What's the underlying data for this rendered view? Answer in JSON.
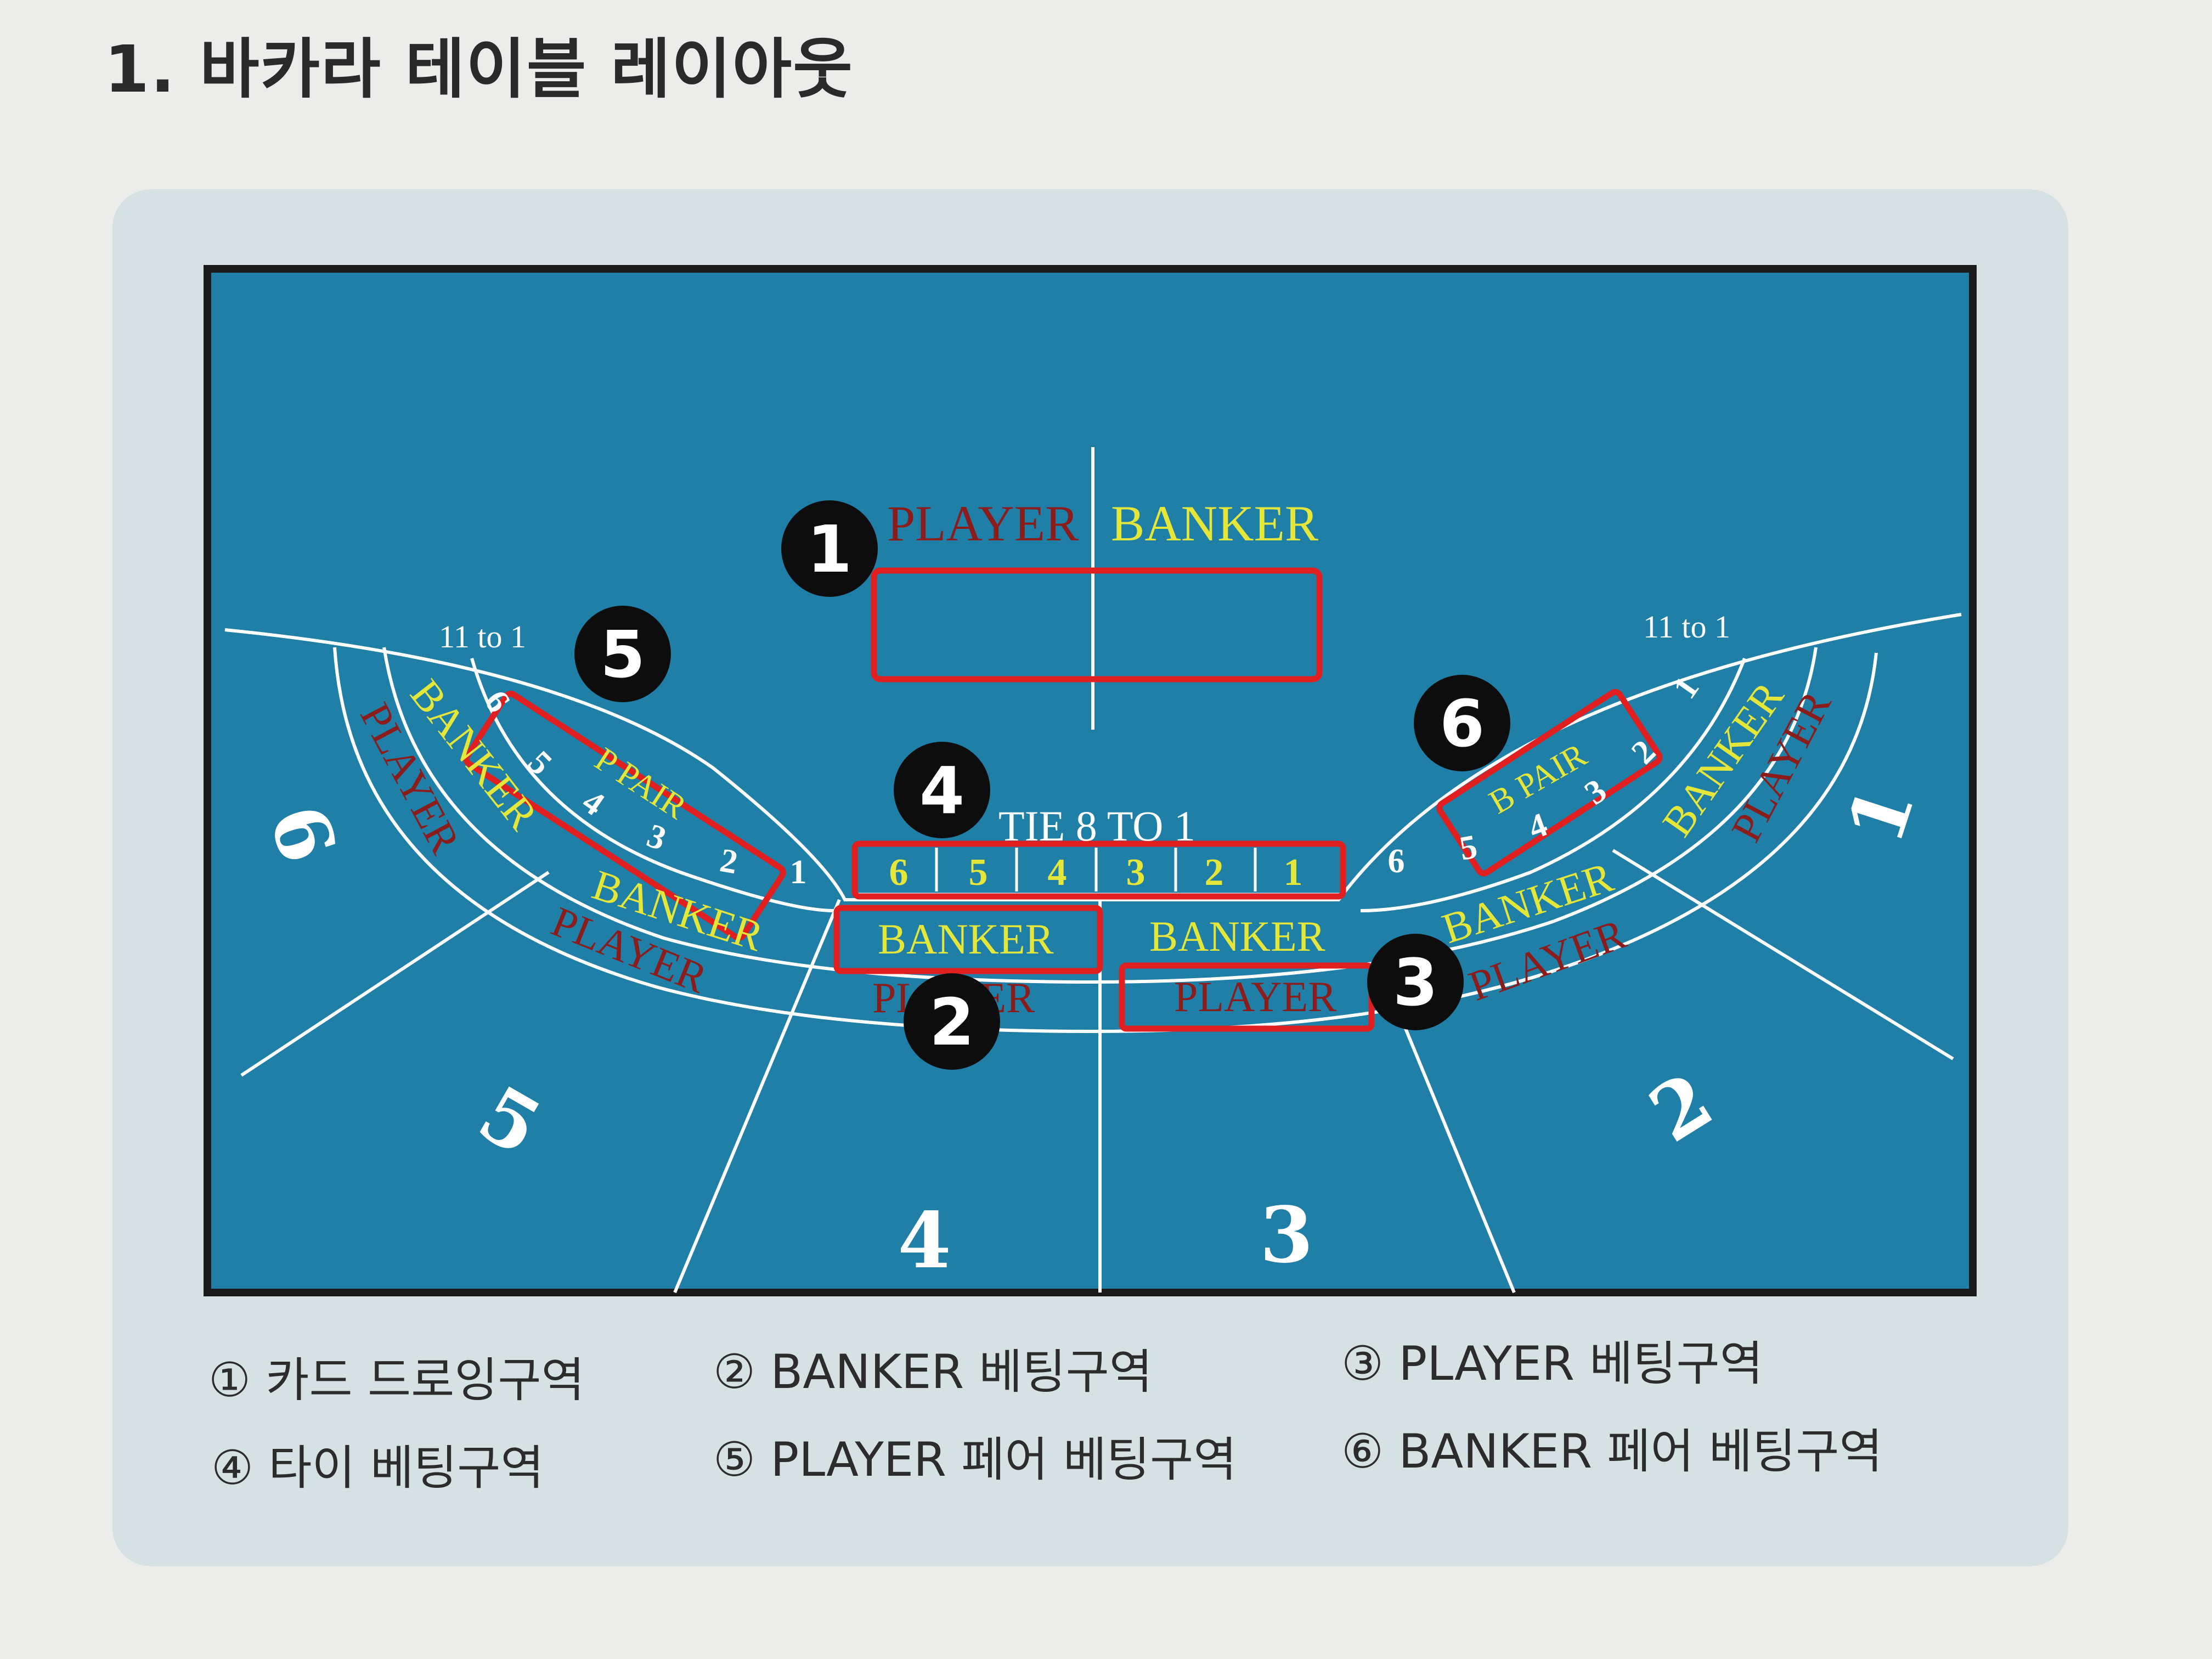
{
  "title": "1. 바카라 테이블 레이아웃",
  "colors": {
    "felt": "#1f7fa6",
    "border": "#1a1a1a",
    "highlight": "#e02020",
    "player_text": "#8a1c1c",
    "banker_text": "#e4e63a",
    "line": "#ffffff",
    "marker_bg": "#0d0d0d"
  },
  "table": {
    "top_player": "PLAYER",
    "top_banker": "BANKER",
    "tie_label": "TIE 8 TO 1",
    "tie_boxes": [
      "6",
      "5",
      "4",
      "3",
      "2",
      "1"
    ],
    "center_banker_left": "BANKER",
    "center_banker_right": "BANKER",
    "center_player_left": "PLAYER",
    "center_player_right": "PLAYER",
    "left_odds": "11 to 1",
    "right_odds": "11 to 1",
    "p_pair": "P PAIR",
    "b_pair": "B PAIR",
    "left_pair_numbers": [
      "6",
      "5",
      "4",
      "3",
      "2",
      "1"
    ],
    "right_pair_numbers": [
      "6",
      "5",
      "4",
      "3",
      "2",
      "1"
    ],
    "left_banker": "BANKER",
    "left_player": "PLAYER",
    "left_banker_inner": "BANKER",
    "left_player_inner": "PLAYER",
    "right_banker": "BANKER",
    "right_player": "PLAYER",
    "right_banker_inner": "BANKER",
    "right_player_inner": "PLAYER",
    "seats": [
      "1",
      "2",
      "3",
      "4",
      "5",
      "6"
    ]
  },
  "markers": [
    "1",
    "2",
    "3",
    "4",
    "5",
    "6"
  ],
  "legend": [
    "① 카드 드로잉구역",
    "② BANKER 베팅구역",
    "③ PLAYER 베팅구역",
    "④ 타이 베팅구역",
    "⑤ PLAYER 페어 베팅구역",
    "⑥ BANKER 페어 베팅구역"
  ]
}
